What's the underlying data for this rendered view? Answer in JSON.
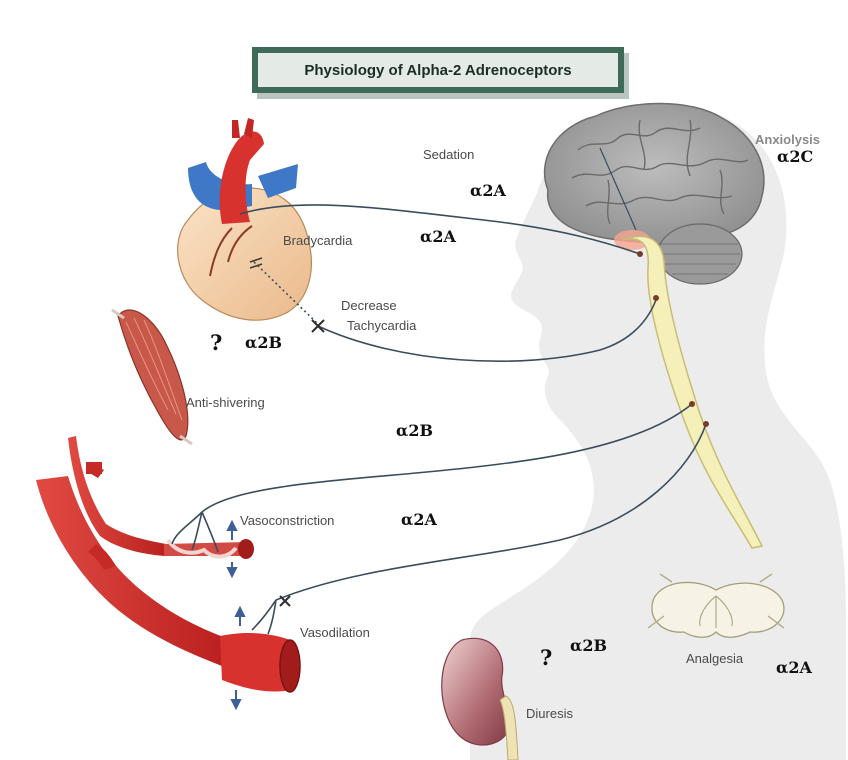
{
  "title": "Physiology of Alpha-2 Adrenoceptors",
  "effects": {
    "sedation": "Sedation",
    "anxiolysis": "Anxiolysis",
    "bradycardia": "Bradycardia",
    "decrease": "Decrease",
    "tachycardia": "Tachycardia",
    "anti_shivering": "Anti-shivering",
    "vasoconstriction": "Vasoconstriction",
    "vasodilation": "Vasodilation",
    "analgesia": "Analgesia",
    "diuresis": "Diuresis"
  },
  "receptors": {
    "sedation": "α2A",
    "anxiolysis": "α2C",
    "bradycardia": "α2A",
    "anti_shivering": "α2B",
    "vasoconstriction": "α2B",
    "vasodilation": "α2A",
    "diuresis": "α2B",
    "analgesia": "α2A"
  },
  "unknown_marker": "?",
  "colors": {
    "title_frame": "#3e6a57",
    "title_bg": "#e4ebe7",
    "nerve": "#3a4d5e",
    "vessel": "#d83a36",
    "heart_body": "#f6d4ad",
    "heart_blue": "#3f78c6",
    "brain": "#a7a7a7",
    "spinal_cord": "#f5efb9",
    "kidney": "#a8606a",
    "muscle": "#c7584a",
    "head_silhouette": "#e9e9e9"
  }
}
